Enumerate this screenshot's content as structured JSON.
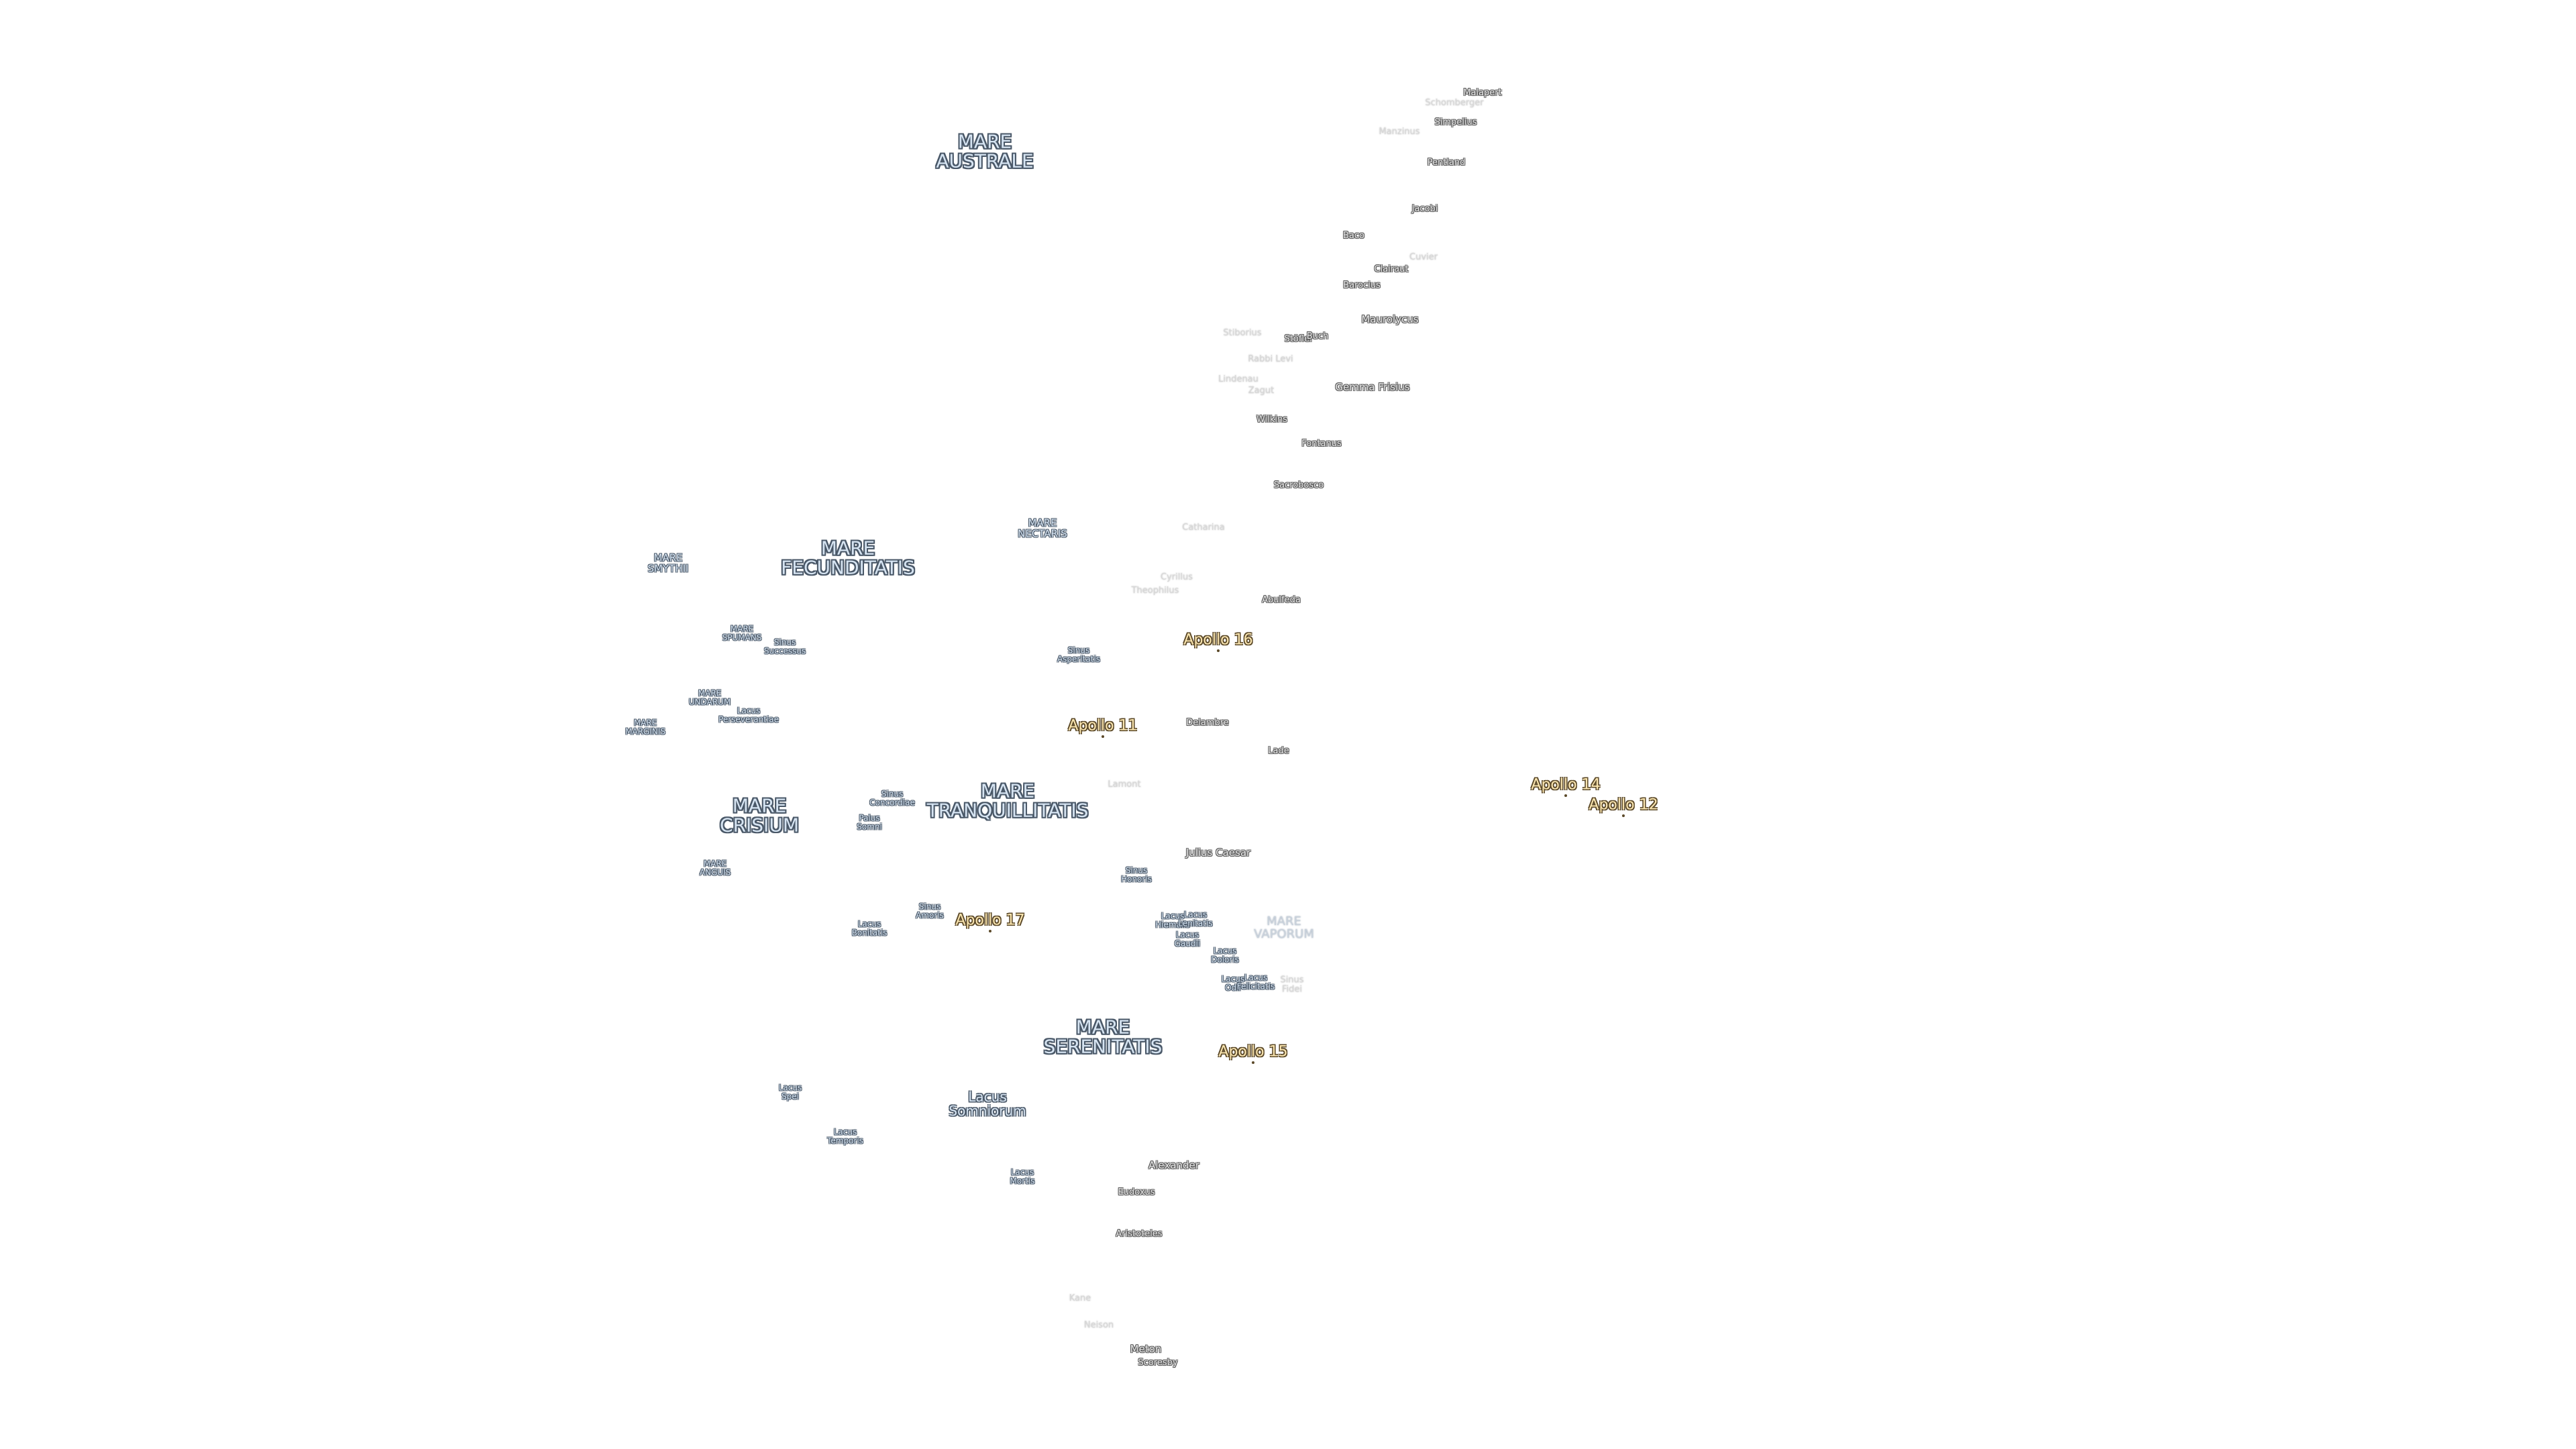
{
  "maria": [
    {
      "id": "mare-australe",
      "text": "MARE\nAUSTRALE",
      "cls": "mare"
    },
    {
      "id": "mare-smythii",
      "text": "MARE\nSMYTHII",
      "cls": "mare-s"
    },
    {
      "id": "mare-fecunditatis",
      "text": "MARE\nFECUNDITATIS",
      "cls": "mare"
    },
    {
      "id": "mare-nectaris",
      "text": "MARE\nNECTARIS",
      "cls": "mare-s"
    },
    {
      "id": "mare-spumans",
      "text": "MARE\nSPUMANS",
      "cls": "lake"
    },
    {
      "id": "sinus-successus",
      "text": "Sinus\nSuccessus",
      "cls": "lake"
    },
    {
      "id": "mare-undarum",
      "text": "MARE\nUNDARUM",
      "cls": "lake"
    },
    {
      "id": "lacus-perseverantiae",
      "text": "Lacus\nPerseverantiae",
      "cls": "lake"
    },
    {
      "id": "mare-marginis",
      "text": "MARE\nMARGINIS",
      "cls": "lake"
    },
    {
      "id": "sinus-asperitatis",
      "text": "Sinus\nAsperitatis",
      "cls": "lake"
    },
    {
      "id": "mare-crisium",
      "text": "MARE\nCRISIUM",
      "cls": "mare"
    },
    {
      "id": "sinus-concordiae",
      "text": "Sinus\nConcordiae",
      "cls": "lake"
    },
    {
      "id": "palus-somni",
      "text": "Palus\nSomni",
      "cls": "lake"
    },
    {
      "id": "mare-tranquillitatis",
      "text": "MARE\nTRANQUILLITATIS",
      "cls": "mare"
    },
    {
      "id": "mare-anguis",
      "text": "MARE\nANGUIS",
      "cls": "lake"
    },
    {
      "id": "sinus-amoris",
      "text": "Sinus\nAmoris",
      "cls": "lake"
    },
    {
      "id": "lacus-bonitatis",
      "text": "Lacus\nBonitatis",
      "cls": "lake"
    },
    {
      "id": "sinus-honoris",
      "text": "Sinus\nHonoris",
      "cls": "lake"
    },
    {
      "id": "lacus-hiemalis",
      "text": "Lacus\nHiemalis",
      "cls": "lake"
    },
    {
      "id": "lacus-lenitatis",
      "text": "Lacus\nLenitatis",
      "cls": "lake"
    },
    {
      "id": "lacus-gaudii",
      "text": "Lacus\nGaudii",
      "cls": "lake"
    },
    {
      "id": "lacus-doloris",
      "text": "Lacus\nDoloris",
      "cls": "lake"
    },
    {
      "id": "lacus-odii",
      "text": "Lacus\nOdii",
      "cls": "lake"
    },
    {
      "id": "lacus-felicitatis",
      "text": "Lacus\nFelicitatis",
      "cls": "lake"
    },
    {
      "id": "sinus-fidei",
      "text": "Sinus\nFidei",
      "cls": "faded"
    },
    {
      "id": "mare-vaporum",
      "text": "MARE\nVAPORUM",
      "cls": "faded-mare"
    },
    {
      "id": "mare-serenitatis",
      "text": "MARE\nSERENITATIS",
      "cls": "mare"
    },
    {
      "id": "lacus-spei",
      "text": "Lacus\nSpei",
      "cls": "lake"
    },
    {
      "id": "lacus-somniorum",
      "text": "Lacus\nSomniorum",
      "cls": "lake-l"
    },
    {
      "id": "lacus-temporis",
      "text": "Lacus\nTemporis",
      "cls": "lake"
    },
    {
      "id": "lacus-mortis",
      "text": "Lacus\nMortis",
      "cls": "lake"
    }
  ],
  "craters": [
    {
      "id": "malapert",
      "text": "Malapert",
      "cls": "crater"
    },
    {
      "id": "schomberger",
      "text": "Schomberger",
      "cls": "faded"
    },
    {
      "id": "simpelius",
      "text": "Simpelius",
      "cls": "crater"
    },
    {
      "id": "manzinus",
      "text": "Manzinus",
      "cls": "faded"
    },
    {
      "id": "pentland",
      "text": "Pentland",
      "cls": "crater"
    },
    {
      "id": "jacobi",
      "text": "Jacobi",
      "cls": "crater"
    },
    {
      "id": "baco",
      "text": "Baco",
      "cls": "crater"
    },
    {
      "id": "cuvier",
      "text": "Cuvier",
      "cls": "faded"
    },
    {
      "id": "clairaut",
      "text": "Clairaut",
      "cls": "crater"
    },
    {
      "id": "barocius",
      "text": "Barocius",
      "cls": "crater"
    },
    {
      "id": "maurolycus",
      "text": "Maurolycus",
      "cls": "crater-l"
    },
    {
      "id": "stiborius",
      "text": "Stiborius",
      "cls": "faded"
    },
    {
      "id": "stofler",
      "text": "Stöfler",
      "cls": "crater"
    },
    {
      "id": "buch",
      "text": "Buch",
      "cls": "crater"
    },
    {
      "id": "rabbi-levi",
      "text": "Rabbi Levi",
      "cls": "faded"
    },
    {
      "id": "lindenau",
      "text": "Lindenau",
      "cls": "faded"
    },
    {
      "id": "zagut",
      "text": "Zagut",
      "cls": "faded"
    },
    {
      "id": "gemma-frisius",
      "text": "Gemma Frisius",
      "cls": "crater-l"
    },
    {
      "id": "wilkins",
      "text": "Wilkins",
      "cls": "crater"
    },
    {
      "id": "fontanus",
      "text": "Fontanus",
      "cls": "crater"
    },
    {
      "id": "sacrobosco",
      "text": "Sacrobosco",
      "cls": "crater"
    },
    {
      "id": "catharina",
      "text": "Catharina",
      "cls": "faded"
    },
    {
      "id": "cyrillus",
      "text": "Cyrillus",
      "cls": "faded"
    },
    {
      "id": "theophilus",
      "text": "Theophilus",
      "cls": "faded"
    },
    {
      "id": "abulfeda",
      "text": "Abulfeda",
      "cls": "crater"
    },
    {
      "id": "delambre",
      "text": "Delambre",
      "cls": "crater"
    },
    {
      "id": "lade",
      "text": "Lade",
      "cls": "crater"
    },
    {
      "id": "lamont",
      "text": "Lamont",
      "cls": "faded"
    },
    {
      "id": "julius-caesar",
      "text": "Julius Caesar",
      "cls": "crater-l"
    },
    {
      "id": "alexander",
      "text": "Alexander",
      "cls": "crater-l"
    },
    {
      "id": "eudoxus",
      "text": "Eudoxus",
      "cls": "crater"
    },
    {
      "id": "aristoteles",
      "text": "Aristoteles",
      "cls": "crater"
    },
    {
      "id": "kane",
      "text": "Kane",
      "cls": "faded"
    },
    {
      "id": "neison",
      "text": "Neison",
      "cls": "faded"
    },
    {
      "id": "meton",
      "text": "Meton",
      "cls": "crater-l"
    },
    {
      "id": "scoresby",
      "text": "Scoresby",
      "cls": "crater"
    }
  ],
  "apollo": [
    {
      "id": "apollo-16",
      "text": "Apollo 16"
    },
    {
      "id": "apollo-11",
      "text": "Apollo 11"
    },
    {
      "id": "apollo-14",
      "text": "Apollo 14"
    },
    {
      "id": "apollo-12",
      "text": "Apollo 12"
    },
    {
      "id": "apollo-17",
      "text": "Apollo 17"
    },
    {
      "id": "apollo-15",
      "text": "Apollo 15"
    }
  ]
}
